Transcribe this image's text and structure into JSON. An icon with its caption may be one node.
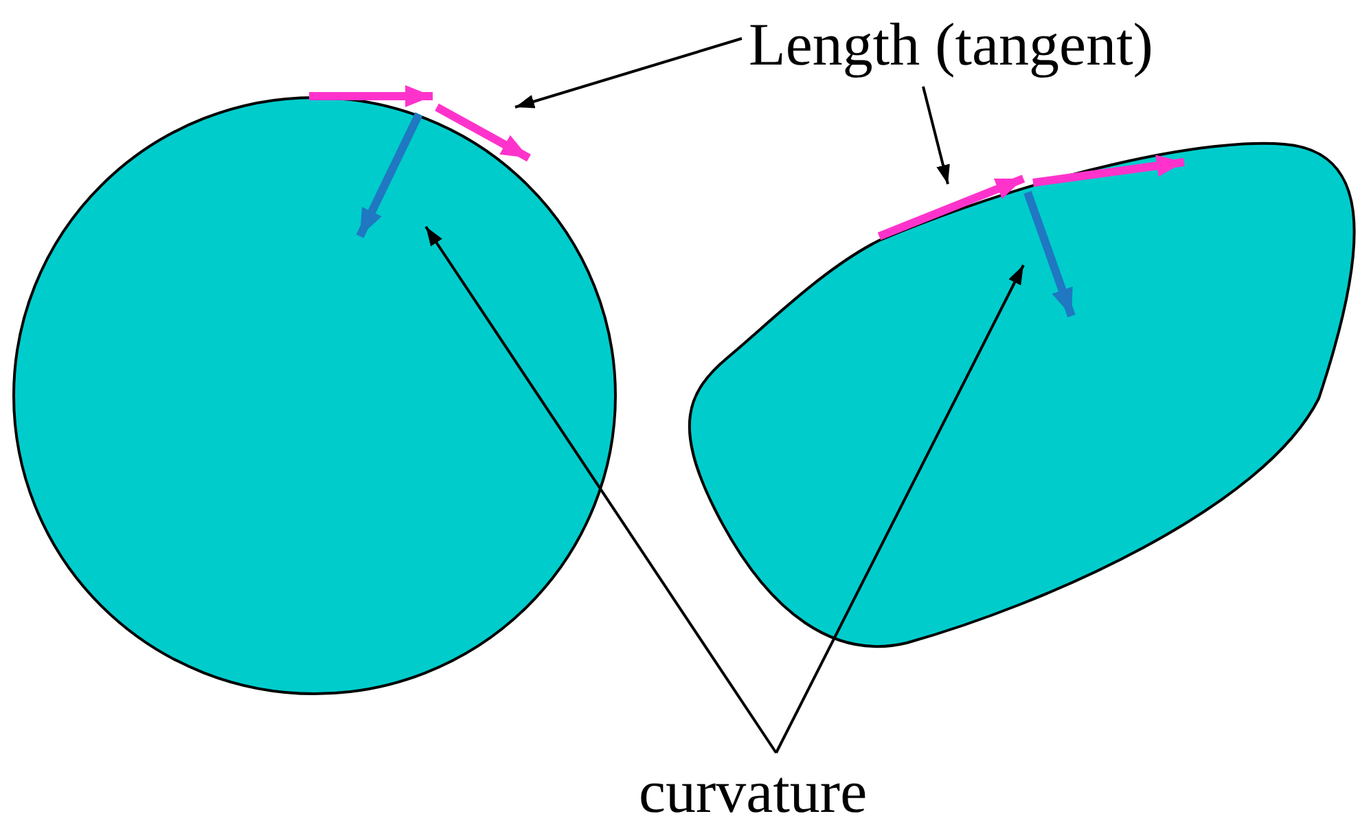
{
  "diagram": {
    "nodes": [
      {
        "text": [
          "Length (tangent)"
        ]
      },
      {
        "text": [
          "curvature"
        ]
      }
    ],
    "edges": [
      {
        "from": 0,
        "to": null,
        "arrow": "to"
      },
      {
        "from": 0,
        "to": null,
        "arrow": "to"
      },
      {
        "from": 1,
        "to": null,
        "arrow": "to"
      },
      {
        "from": 1,
        "to": null,
        "arrow": "to"
      }
    ]
  }
}
